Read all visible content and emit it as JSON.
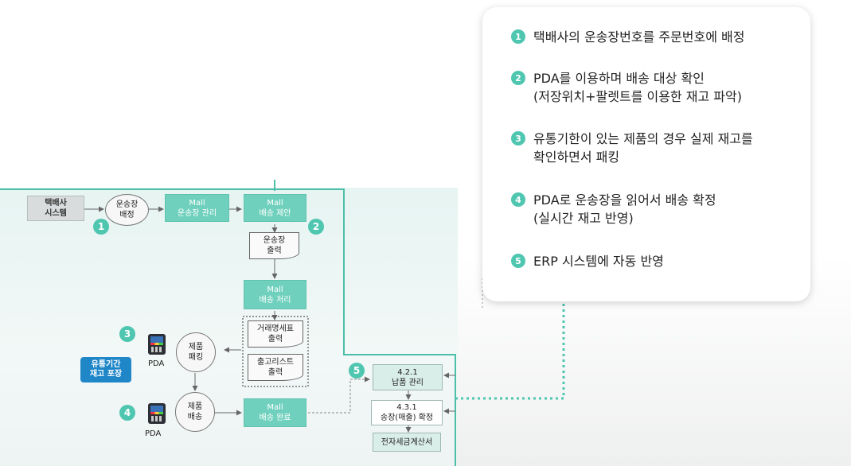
{
  "legend": [
    {
      "number": "1",
      "lines": [
        "택배사의 운송장번호를 주문번호에 배정"
      ]
    },
    {
      "number": "2",
      "lines": [
        "PDA를 이용하며 배송 대상 확인",
        "(저장위치+팔렛트를 이용한 재고 파악)"
      ]
    },
    {
      "number": "3",
      "lines": [
        "유통기한이 있는 제품의 경우 실제 재고를",
        "확인하면서 패킹"
      ]
    },
    {
      "number": "4",
      "lines": [
        "PDA로 운송장을 읽어서 배송 확정",
        "(실시간 재고 반영)"
      ]
    },
    {
      "number": "5",
      "lines": [
        "ERP 시스템에 자동 반영"
      ]
    }
  ],
  "nodes": {
    "courier_system": [
      "택배사",
      "시스템"
    ],
    "waybill_assign": [
      "운송장",
      "배정"
    ],
    "mall_waybill_mgmt": [
      "Mall",
      "운송장 관리"
    ],
    "mall_delivery_limit": [
      "Mall",
      "배송 제안"
    ],
    "waybill_print": [
      "운송장",
      "출력"
    ],
    "mall_delivery_process": [
      "Mall",
      "배송 처리"
    ],
    "statement_print": [
      "거래명세표",
      "출력"
    ],
    "release_list_print": [
      "출고리스트",
      "출력"
    ],
    "product_packing": [
      "제품",
      "패킹"
    ],
    "product_delivery": [
      "제품",
      "배송"
    ],
    "mall_delivery_complete": [
      "Mall",
      "배송 완료"
    ],
    "delivery_mgmt": [
      "4.2.1",
      "납품 관리"
    ],
    "invoice_confirm": [
      "4.3.1",
      "송장(매출) 확정"
    ],
    "e_tax_invoice": "전자세금계산서"
  },
  "badges": [
    "1",
    "2",
    "3",
    "4",
    "5"
  ],
  "pda_label": "PDA",
  "callout": [
    "유통기간",
    "재고 포장"
  ],
  "colors": {
    "teal": "#4fc6b0",
    "teal_box": "#6fd0bd",
    "callout_blue": "#1f86c8",
    "grey_box": "#d8dcdc"
  },
  "icons": [
    "pda-device-icon"
  ]
}
